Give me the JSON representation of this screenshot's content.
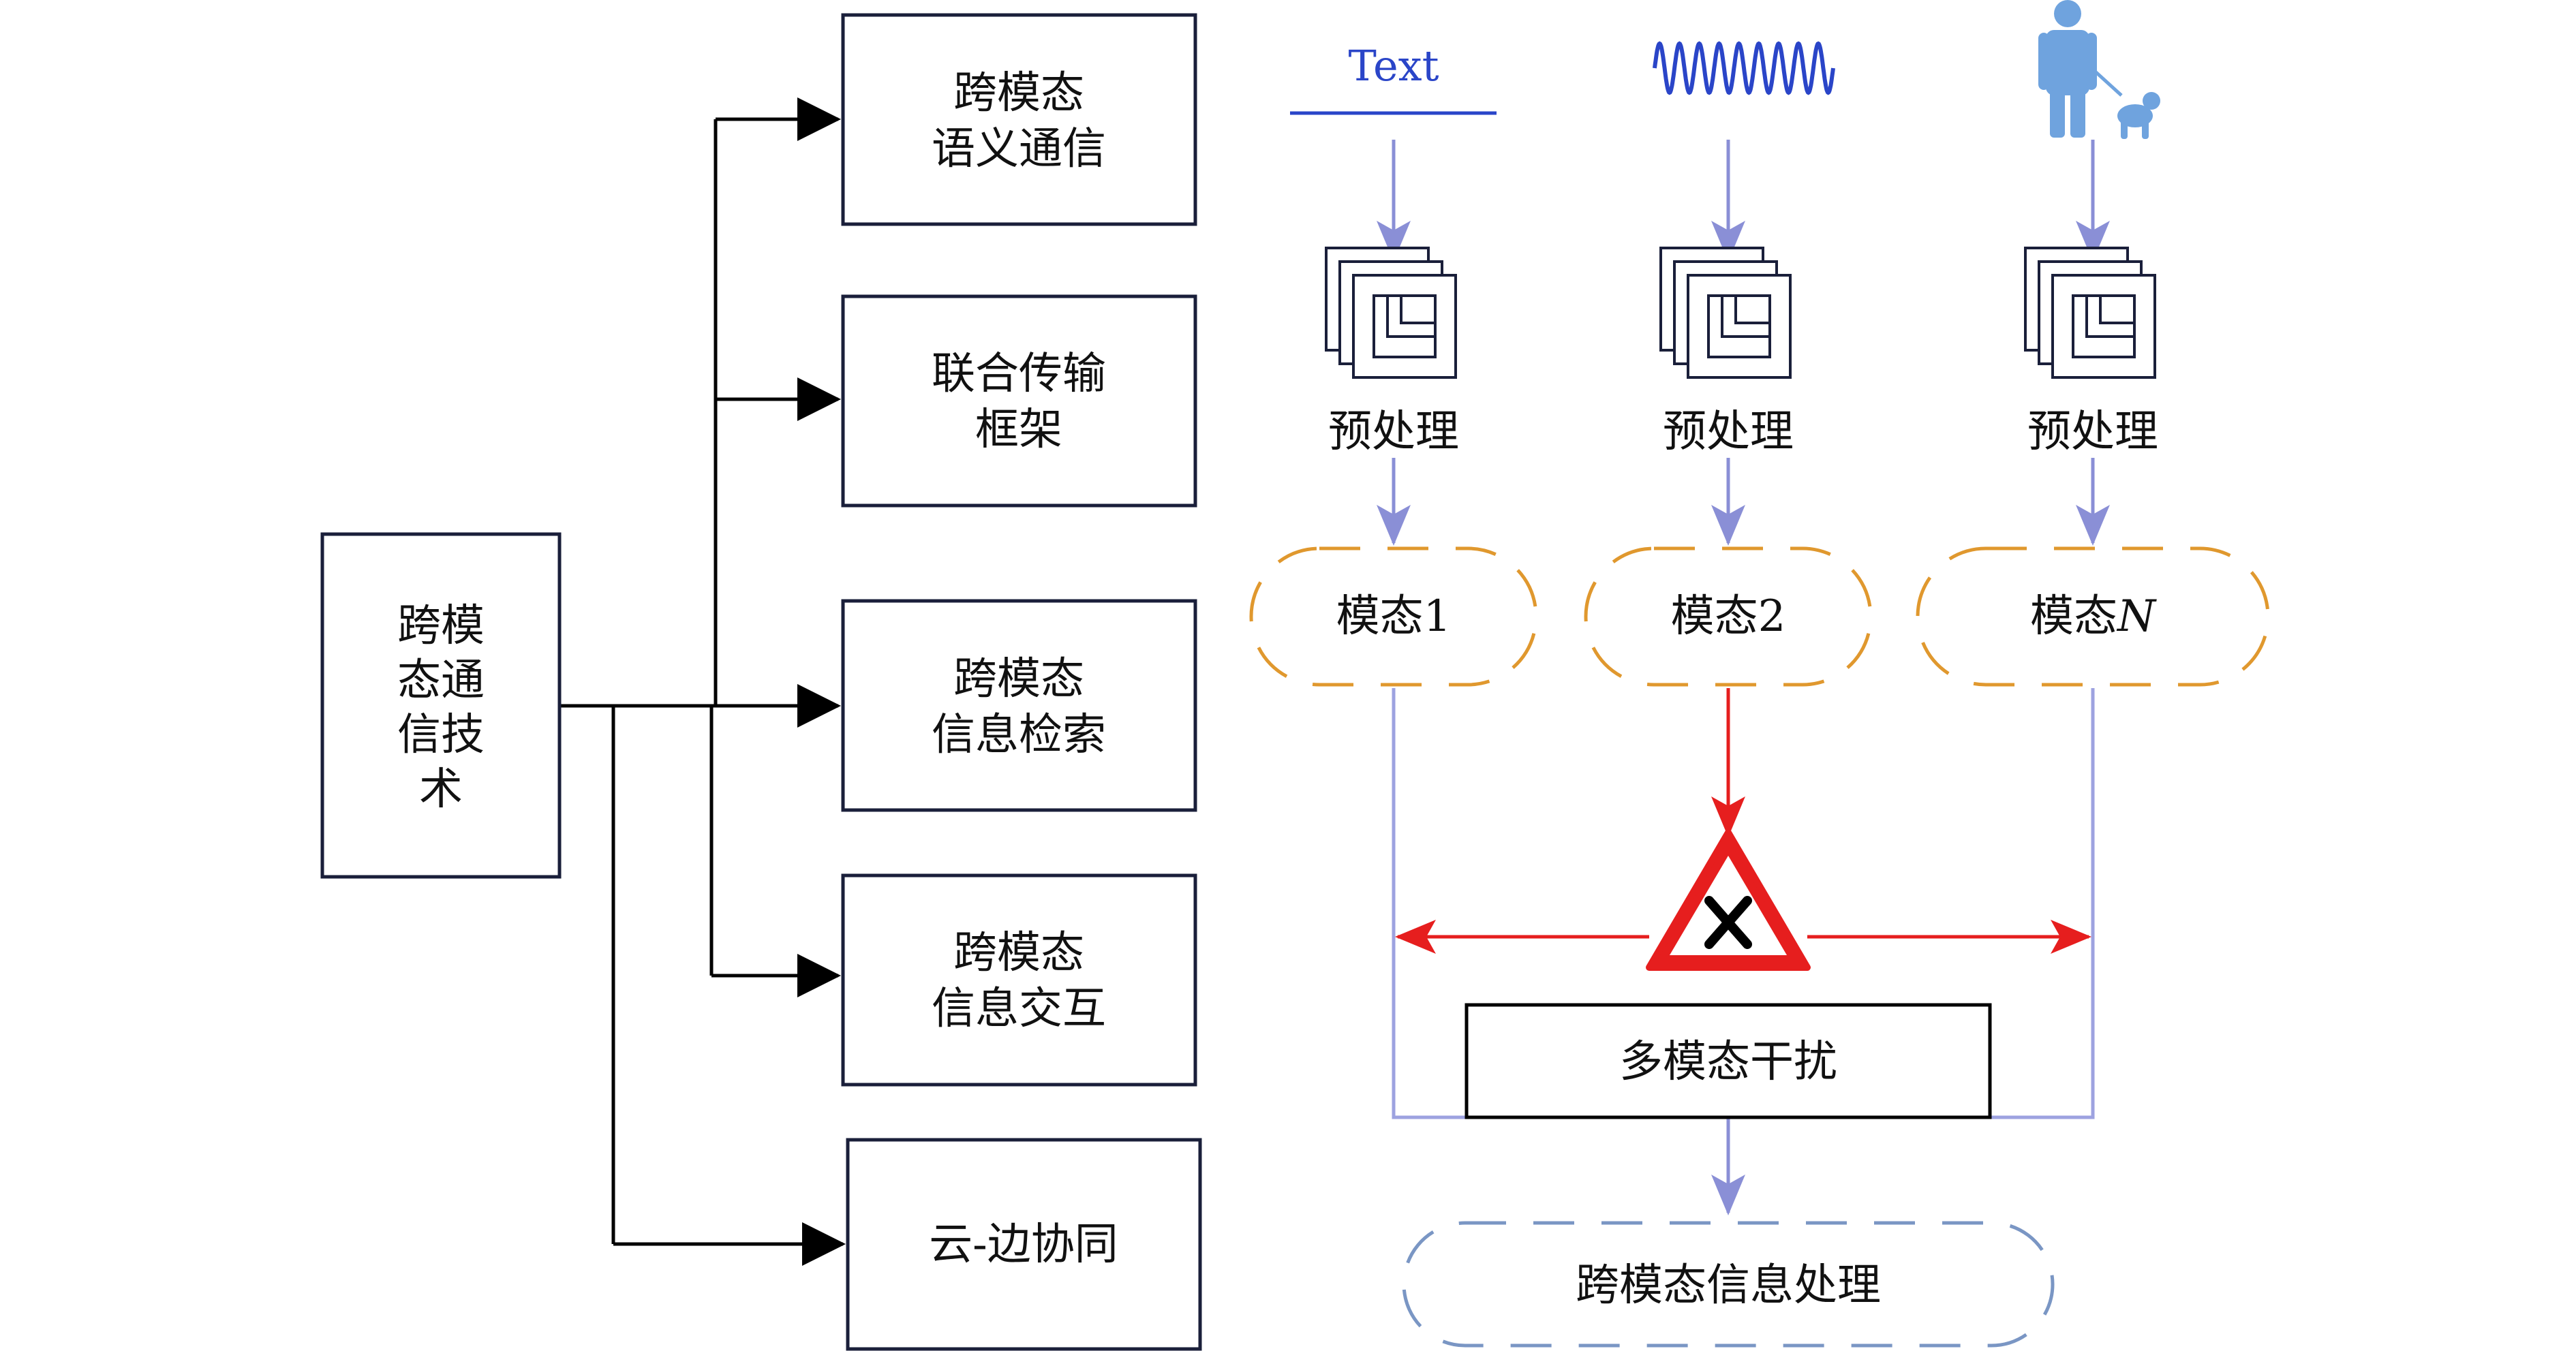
{
  "root": {
    "lines": [
      "跨模",
      "态通",
      "信技",
      "术"
    ]
  },
  "branches": [
    {
      "lines": [
        "跨模态",
        "语义通信"
      ]
    },
    {
      "lines": [
        "联合传输",
        "框架"
      ]
    },
    {
      "lines": [
        "跨模态",
        "信息检索"
      ]
    },
    {
      "lines": [
        "跨模态",
        "信息交互"
      ]
    },
    {
      "lines": [
        "云-边协同"
      ]
    }
  ],
  "pipeline": {
    "inputs": [
      {
        "kind": "text",
        "label": "Text",
        "icon": "text-input-icon"
      },
      {
        "kind": "signal",
        "label": "",
        "icon": "sine-wave-icon"
      },
      {
        "kind": "image",
        "label": "",
        "icon": "person-with-dog-icon"
      }
    ],
    "preprocess_label": "预处理",
    "preprocess_icon": "stacked-documents-icon",
    "modalities": [
      {
        "label": "模态1"
      },
      {
        "label": "模态2"
      },
      {
        "label_prefix": "模态",
        "label_italic": "N"
      }
    ],
    "interference_label": "多模态干扰",
    "interference_icon": "warning-cross-icon",
    "output_label": "跨模态信息处理"
  },
  "colors": {
    "tree_line": "#000000",
    "flow_arrow": "#8a8fd6",
    "flow_line": "#9da2e0",
    "input_blue": "#2a45c8",
    "image_blue": "#6fa3de",
    "modality_dash": "#e0982e",
    "output_dash": "#7a96c4",
    "interference_red": "#e61e1e",
    "box_border": "#1a1f3a"
  }
}
